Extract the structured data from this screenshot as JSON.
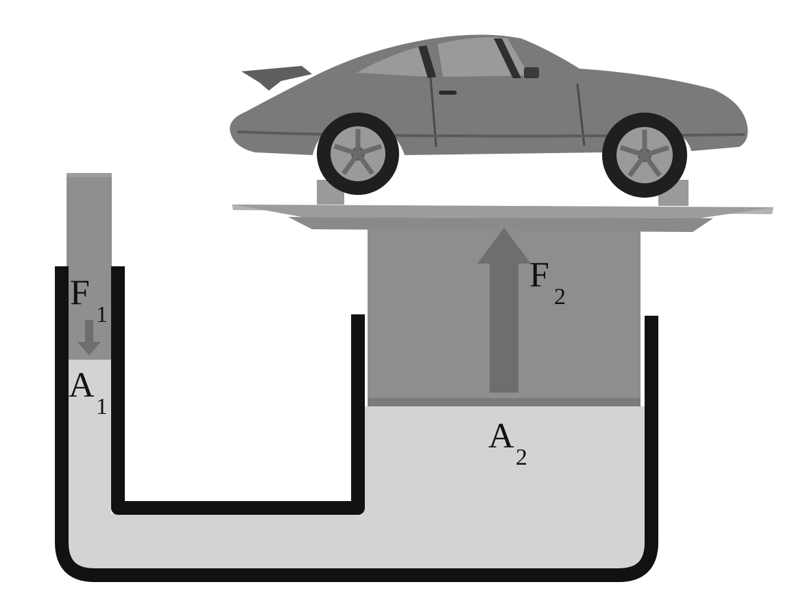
{
  "labels": {
    "f1": {
      "main": "F",
      "sub": "1"
    },
    "a1": {
      "main": "A",
      "sub": "1"
    },
    "f2": {
      "main": "F",
      "sub": "2"
    },
    "a2": {
      "main": "A",
      "sub": "2"
    }
  },
  "colors": {
    "background": "#ffffff",
    "fluid": "#d3d3d3",
    "container_wall": "#111111",
    "piston": "#8f8f8f",
    "arrow": "#6e6e6e",
    "car_body": "#7a7a7a",
    "platform": "#9a9a9a"
  }
}
